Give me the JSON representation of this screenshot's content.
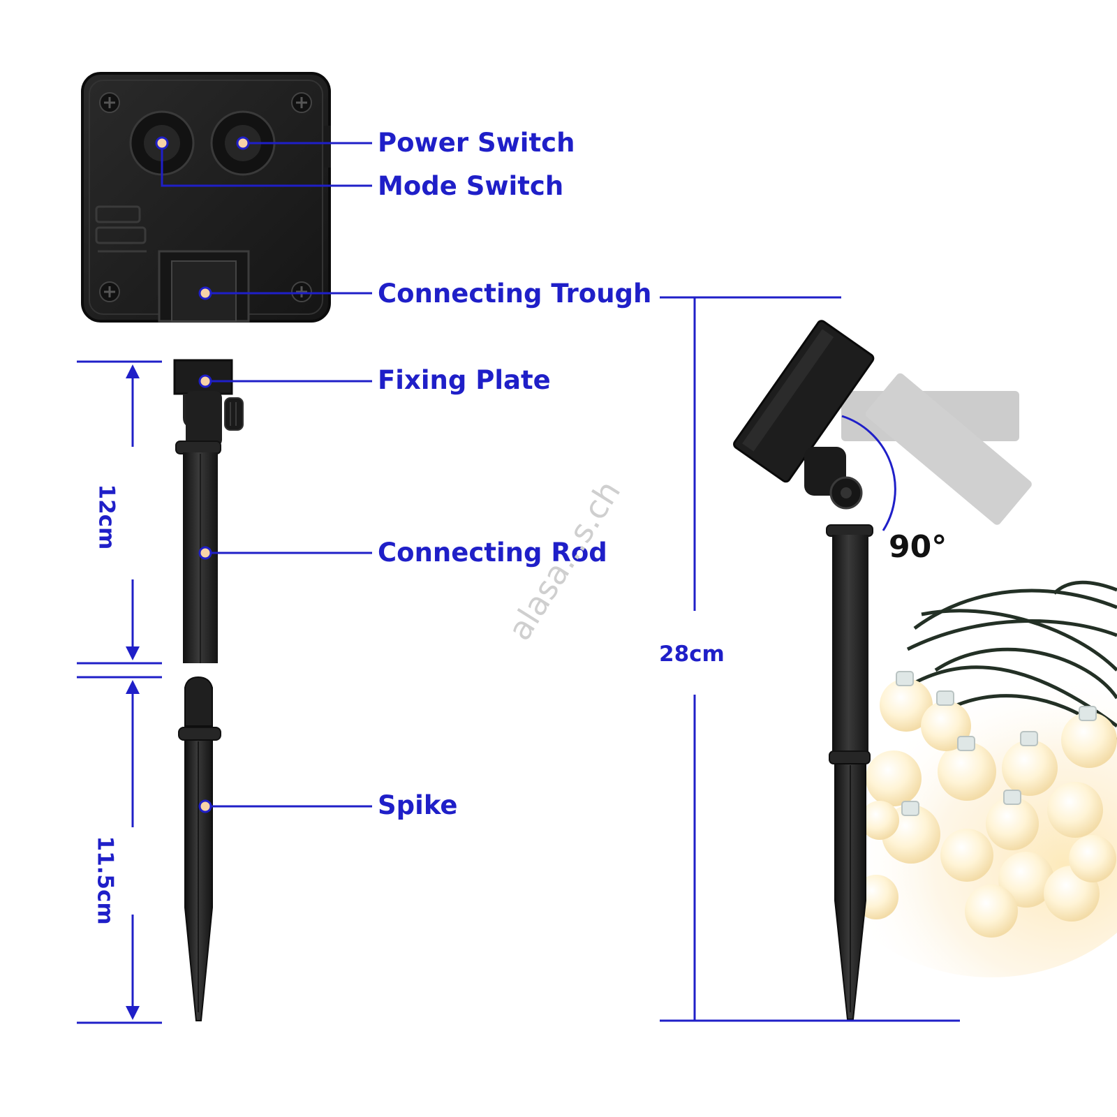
{
  "callouts": {
    "power_switch": "Power Switch",
    "mode_switch": "Mode Switch",
    "connecting_trough": "Connecting Trough",
    "fixing_plate": "Fixing Plate",
    "connecting_rod": "Connecting Rod",
    "spike": "Spike"
  },
  "dimensions": {
    "upper_rod": "12cm",
    "spike": "11.5cm",
    "total_height": "28cm"
  },
  "tilt_angle": "90°",
  "watermark": "alasa...s.ch",
  "colors": {
    "accent_blue": "#1f1fc8",
    "part_black": "#1e1e1e",
    "marker_dot": "#f7d3a7",
    "bulb_warm": "#fff1cc"
  }
}
